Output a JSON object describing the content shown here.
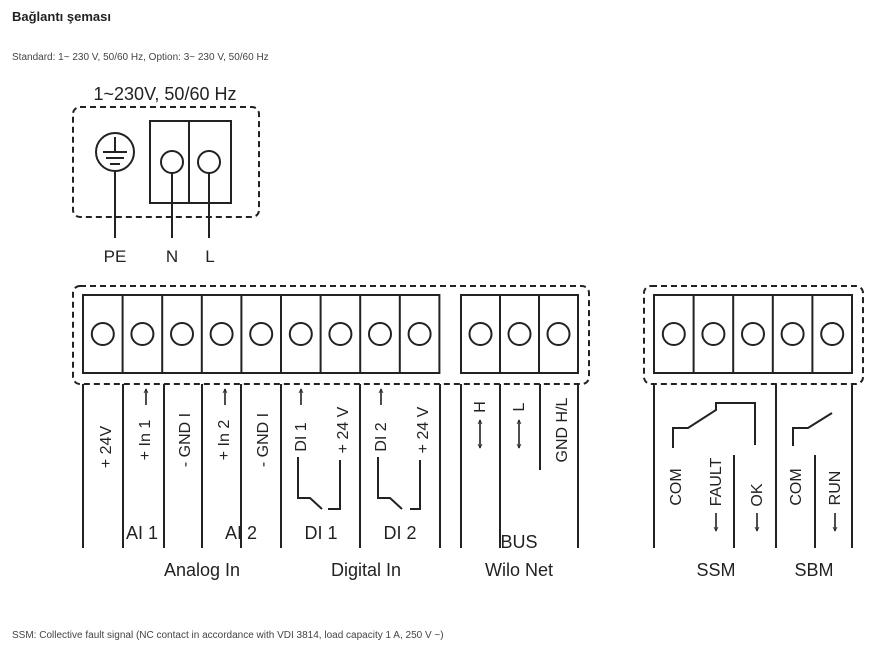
{
  "title": "Bağlantı şeması",
  "standard": "Standard: 1~ 230 V, 50/60 Hz, Option: 3~ 230 V, 50/60 Hz",
  "note": "SSM: Collective fault signal (NC contact in accordance with VDI 3814, load capacity 1 A, 250 V ~)",
  "power": {
    "heading": "1~230V, 50/60 Hz",
    "labels": [
      "PE",
      "N",
      "L"
    ]
  },
  "terminals": {
    "t1": "+ 24V",
    "t2": "+ In 1",
    "t3": "- GND I",
    "t4": "+ In 2",
    "t5": "- GND I",
    "t6": "DI 1",
    "t7": "+ 24 V",
    "t8": "DI 2",
    "t9": "+ 24 V",
    "t10": "H",
    "t11": "L",
    "t12": "GND H/L",
    "t13": "COM",
    "t14": "FAULT",
    "t15": "OK",
    "t16": "COM",
    "t17": "RUN"
  },
  "groups": {
    "ai1": "AI 1",
    "ai2": "AI 2",
    "di1": "DI 1",
    "di2": "DI 2",
    "bus": "BUS",
    "analog_in": "Analog In",
    "digital_in": "Digital In",
    "wilo_net": "Wilo Net",
    "ssm": "SSM",
    "sbm": "SBM"
  },
  "colors": {
    "line": "#222222",
    "text": "#222222"
  }
}
